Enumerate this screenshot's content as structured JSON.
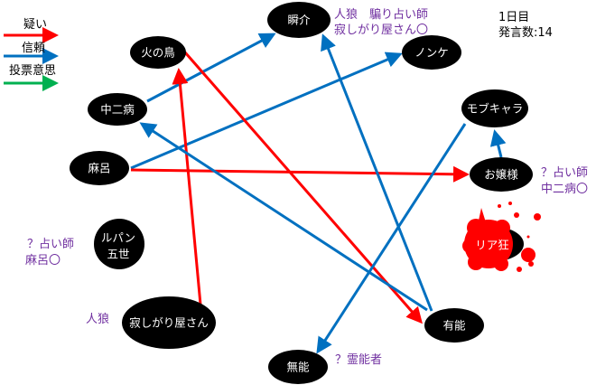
{
  "legend": {
    "doubt": "疑い",
    "trust": "信頼",
    "vote": "投票意思"
  },
  "colors": {
    "doubt": "#FF0000",
    "trust": "#0070C0",
    "vote": "#00B050",
    "annotation": "#7030A0",
    "node": "#000000"
  },
  "info": {
    "day": "1日目",
    "posts": "発言数:14"
  },
  "nodes": {
    "shunsuke": "瞬介",
    "hinotori": "火の鳥",
    "nonke": "ノンケ",
    "chunibyo": "中二病",
    "mobukyara": "モブキャラ",
    "maro": "麻呂",
    "ojousama": "お嬢様",
    "riakyou": "リア狂",
    "lupin1": "ルパン",
    "lupin2": "五世",
    "sabishi": "寂しがり屋さん",
    "yuunou": "有能",
    "munou": "無能"
  },
  "annotations": {
    "shunsuke1": "人狼　騙り占い師",
    "shunsuke2": "寂しがり屋さん〇",
    "ojousama1": "？占い師",
    "ojousama2": "中二病〇",
    "lupin1": "？占い師",
    "lupin2": "麻呂〇",
    "sabishi": "人狼",
    "munou": "？霊能者"
  },
  "edges": [
    {
      "from": "中二病",
      "to": "瞬介",
      "type": "trust"
    },
    {
      "from": "麻呂",
      "to": "ノンケ",
      "type": "trust"
    },
    {
      "from": "麻呂",
      "to": "お嬢様",
      "type": "doubt"
    },
    {
      "from": "火の鳥",
      "to": "有能",
      "type": "doubt"
    },
    {
      "from": "寂しがり屋さん",
      "to": "火の鳥",
      "type": "doubt"
    },
    {
      "from": "有能",
      "to": "中二病",
      "type": "trust"
    },
    {
      "from": "有能",
      "to": "瞬介",
      "type": "trust"
    },
    {
      "from": "モブキャラ",
      "to": "無能",
      "type": "trust"
    },
    {
      "from": "お嬢様",
      "to": "モブキャラ",
      "type": "trust"
    }
  ]
}
